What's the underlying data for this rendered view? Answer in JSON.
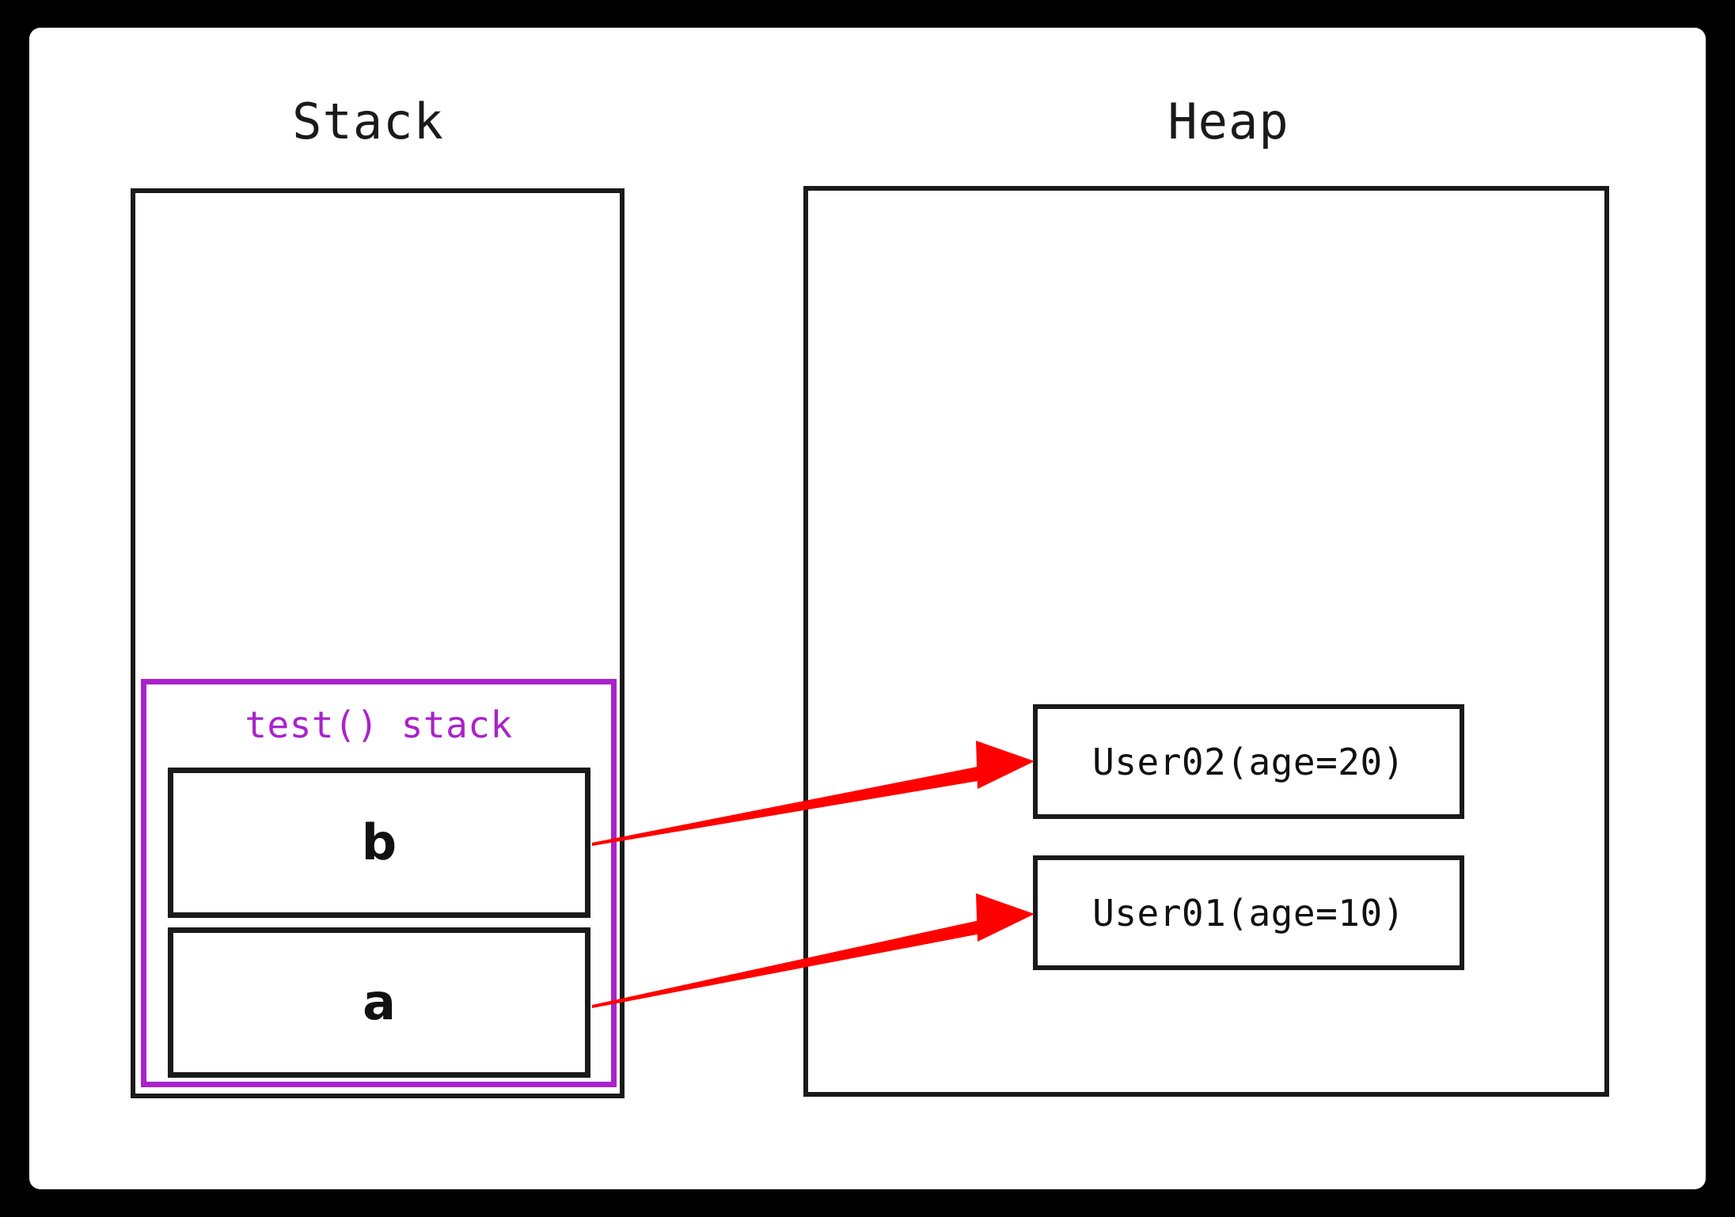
{
  "diagram": {
    "title_stack": "Stack",
    "title_heap": "Heap",
    "call_frame_label": "test() stack",
    "stack_slots": [
      {
        "name": "b"
      },
      {
        "name": "a"
      }
    ],
    "heap_objects": [
      {
        "label": "User02(age=20)"
      },
      {
        "label": "User01(age=10)"
      }
    ],
    "colors": {
      "frame_border": "#1a1a1a",
      "call_frame_border": "#aa22cc",
      "call_frame_text": "#aa22cc",
      "arrow": "#ff0000",
      "canvas": "#ffffff",
      "backdrop": "#000000",
      "text": "#111111"
    },
    "references": [
      {
        "from": "b",
        "to": "User02(age=20)"
      },
      {
        "from": "a",
        "to": "User01(age=10)"
      }
    ]
  }
}
